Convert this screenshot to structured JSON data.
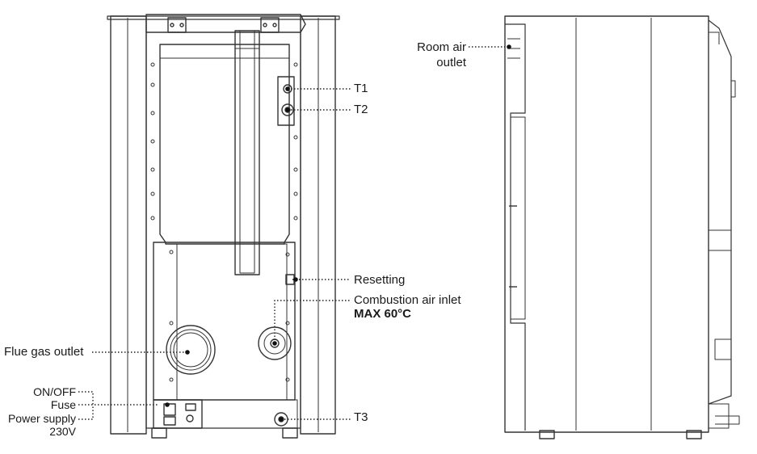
{
  "colors": {
    "line": "#333333",
    "stroke_light": "#555555",
    "fill": "#ffffff"
  },
  "labels": {
    "t1": "T1",
    "t2": "T2",
    "t3": "T3",
    "resetting": "Resetting",
    "combustion_air_inlet": "Combustion air inlet",
    "max_temp": "MAX 60°C",
    "flue_gas_outlet": "Flue gas outlet",
    "on_off": "ON/OFF",
    "fuse": "Fuse",
    "power_supply": "Power supply",
    "power_voltage": "230V",
    "room_air_outlet_line1": "Room air",
    "room_air_outlet_line2": "outlet"
  }
}
